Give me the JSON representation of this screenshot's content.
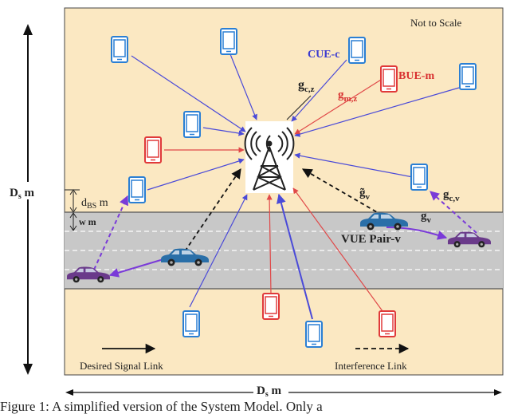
{
  "labels": {
    "not_to_scale": "Not to Scale",
    "cue": "CUE-c",
    "bue": "BUE-m",
    "g_cz": "g",
    "g_cz_sub": "c,z",
    "g_mz": "g",
    "g_mz_sub": "m,z",
    "g_tilde_v": "g̃",
    "g_tilde_v_sub": "v",
    "g_v": "g",
    "g_v_sub": "v",
    "g_cv": "g",
    "g_cv_sub": "c,v",
    "vue_pair": "VUE Pair-v",
    "d_bs": "d",
    "d_bs_sub": "BS",
    "d_bs_unit": " m",
    "w_m": "w m",
    "ds_left": "D",
    "ds_left_sub": "s",
    "ds_left_unit": " m",
    "ds_bottom": "D",
    "ds_bottom_sub": "s",
    "ds_bottom_unit": " m"
  },
  "legend": {
    "desired": "Desired Signal Link",
    "interference": "Interference Link"
  },
  "caption": "Figure 1: A simplified version of the System Model. Only a",
  "colors": {
    "background": "#fbe8c2",
    "road": "#c8c8c8",
    "cue_phone": "#2a7fd4",
    "bue_phone": "#e03a3a",
    "cue_link": "#4a4ad8",
    "bue_link": "#e04848",
    "vue_link": "#7a3ad8",
    "car_blue": "#2a6fa8",
    "car_purple": "#6a3a8a"
  },
  "icons": [
    "base-station-tower-icon",
    "phone-icon",
    "car-icon"
  ]
}
